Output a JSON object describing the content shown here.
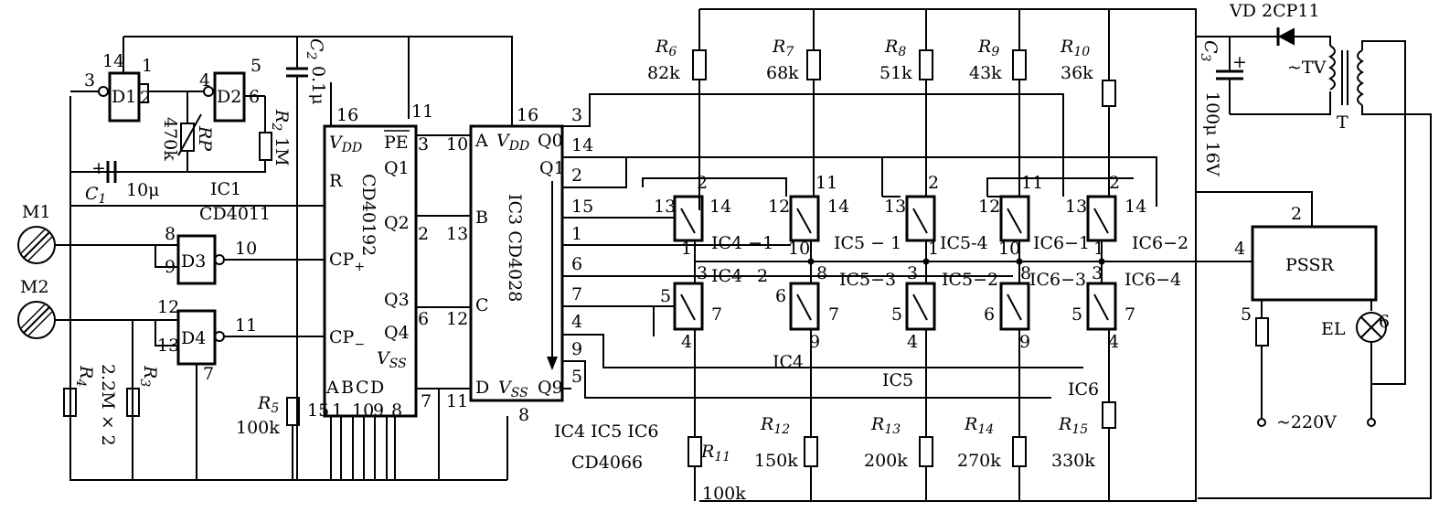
{
  "ic1": {
    "name": "IC1",
    "part": "CD4011"
  },
  "ic2": {
    "part": "CD40192",
    "pins": {
      "vdd": "V",
      "vdd_sub": "DD",
      "r": "R",
      "pe": "PE",
      "q1": "Q1",
      "q2": "Q2",
      "q3": "Q3",
      "q4": "Q4",
      "cpu": "CP",
      "cpu_sub": "+",
      "cpd": "CP",
      "cpd_sub": "−",
      "vss": "V",
      "vss_sub": "SS",
      "a": "A",
      "b": "B",
      "c": "C",
      "d": "D"
    },
    "nums": {
      "p16": "16",
      "p11": "11",
      "p3": "3",
      "p2": "2",
      "p6": "6",
      "p7": "7",
      "p15": "15",
      "p1": "1",
      "p10": "10",
      "p9": "9",
      "p8": "8"
    }
  },
  "ic3": {
    "name": "IC3",
    "part": "CD4028",
    "pins": {
      "a": "A",
      "vdd": "V",
      "vdd_sub": "DD",
      "b": "B",
      "c": "C",
      "d": "D",
      "vss": "V",
      "vss_sub": "SS",
      "q0": "Q0",
      "q1": "Q1",
      "q9": "Q9"
    },
    "nums": {
      "p16": "16",
      "p10": "10",
      "p13": "13",
      "p12": "12",
      "p11": "11",
      "p8": "8",
      "o3": "3",
      "o14": "14",
      "o2": "2",
      "o15": "15",
      "o1": "1",
      "o6": "6",
      "o7": "7",
      "o4": "4",
      "o9": "9",
      "o5": "5"
    }
  },
  "gates": {
    "d1": {
      "label": "D1",
      "in_pin": "3",
      "top_pin": "14",
      "out1": "1",
      "out2": "2"
    },
    "d2": {
      "label": "D2",
      "in_pin": "4",
      "out1": "5",
      "out2": "6"
    },
    "d3": {
      "label": "D3",
      "in1": "8",
      "in2": "9",
      "out": "10"
    },
    "d4": {
      "label": "D4",
      "in1": "12",
      "in2": "13",
      "out": "11",
      "bottom": "7"
    }
  },
  "components": {
    "c1": {
      "ref": "C",
      "sub": "1",
      "value": "10μ",
      "plus": "+"
    },
    "c2": {
      "ref": "C",
      "sub": "2",
      "value": "0.1μ"
    },
    "c3": {
      "ref": "C",
      "sub": "3",
      "value": "100μ 16V",
      "plus": "+"
    },
    "rp": {
      "ref": "RP",
      "value": "470k"
    },
    "r2": {
      "ref": "R",
      "sub": "2",
      "value": "1M"
    },
    "r3": {
      "ref": "R",
      "sub": "3"
    },
    "r4": {
      "ref": "R",
      "sub": "4"
    },
    "r34_value": "2.2M × 2",
    "r5": {
      "ref": "R",
      "sub": "5",
      "value": "100k"
    },
    "r6": {
      "ref": "R",
      "sub": "6",
      "value": "82k"
    },
    "r7": {
      "ref": "R",
      "sub": "7",
      "value": "68k"
    },
    "r8": {
      "ref": "R",
      "sub": "8",
      "value": "51k"
    },
    "r9": {
      "ref": "R",
      "sub": "9",
      "value": "43k"
    },
    "r10": {
      "ref": "R",
      "sub": "10",
      "value": "36k"
    },
    "r11": {
      "ref": "R",
      "sub": "11",
      "value": "100k"
    },
    "r12": {
      "ref": "R",
      "sub": "12",
      "value": "150k"
    },
    "r13": {
      "ref": "R",
      "sub": "13",
      "value": "200k"
    },
    "r14": {
      "ref": "R",
      "sub": "14",
      "value": "270k"
    },
    "r15": {
      "ref": "R",
      "sub": "15",
      "value": "330k"
    },
    "m1": "M1",
    "m2": "M2",
    "vd": "VD 2CP11",
    "tv": "~TV",
    "t": "T",
    "pssr": {
      "label": "PSSR",
      "p2": "2",
      "p4": "4",
      "p5": "5",
      "p6": "6"
    },
    "el": "EL",
    "mains": "~220V"
  },
  "switches": {
    "ic4_1": {
      "label": "IC4 −1",
      "ctrl": "13",
      "out": "14",
      "top": "2",
      "bottom": "1"
    },
    "ic5_1": {
      "label": "IC5 − 1",
      "ctrl": "12",
      "out": "14",
      "top": "11",
      "bottom": "10"
    },
    "ic5_4": {
      "label": "IC5-4",
      "ctrl": "13",
      "top": "2",
      "bottom": "1"
    },
    "ic6_1": {
      "label": "IC6−1",
      "ctrl": "12",
      "top": "11",
      "bottom": "10"
    },
    "ic6_2": {
      "label": "IC6−2",
      "ctrl": "13",
      "out": "14",
      "top": "2",
      "bottom": "1"
    },
    "ic4_2": {
      "label": "IC4−2",
      "ctrl": "5",
      "out": "7",
      "top": "3",
      "bottom": "4"
    },
    "ic5_3": {
      "label": "IC5−3",
      "ctrl": "6",
      "out": "7",
      "top": "8",
      "bottom": "9"
    },
    "ic5_2": {
      "label": "IC5−2",
      "ctrl": "5",
      "top": "3",
      "bottom": "4"
    },
    "ic6_3": {
      "label": "IC6−3",
      "ctrl": "6",
      "top": "8",
      "bottom": "9"
    },
    "ic6_4": {
      "label": "IC6−4",
      "ctrl": "5",
      "out": "7",
      "top": "3",
      "bottom": "4"
    }
  },
  "bus_labels": {
    "ic4": "IC4",
    "ic5": "IC5",
    "ic6": "IC6"
  },
  "switch_parts": "IC4  IC5  IC6",
  "switch_part": "CD4066"
}
